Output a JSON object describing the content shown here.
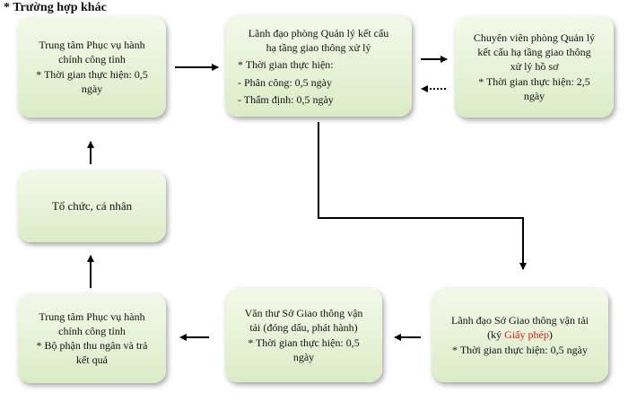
{
  "heading": "* Trường hợp khác",
  "boxes": {
    "center_top": {
      "line1": "Trung tâm Phục vụ hành",
      "line2": "chính công tỉnh",
      "line3": "* Thời gian thực hiện: 0,5",
      "line4": "ngày"
    },
    "leader_infra": {
      "line1": "Lãnh đạo phòng Quản lý kết cấu",
      "line2": "hạ tầng giao thông xử lý",
      "line3": "* Thời gian thực hiện:",
      "line4": "- Phân công: 0,5 ngày",
      "line5": "- Thẩm định: 0,5  ngày"
    },
    "specialist": {
      "line1": "Chuyên viên phòng Quản lý",
      "line2": "kết cấu hạ tầng giao thông",
      "line3": "xử lý hồ sơ",
      "line4": "* Thời gian thực hiện: 2,5",
      "line5": "ngày"
    },
    "org": {
      "label": "Tổ chức, cá nhân"
    },
    "center_bottom": {
      "line1": "Trung tâm Phục vụ hành",
      "line2": "chính công tỉnh",
      "line3": "* Bộ phận thu ngân và trả",
      "line4": "kết quả"
    },
    "clerk": {
      "line1": "Văn thư Sở Giao thông vận",
      "line2": "tải (đóng dấu, phát hành)",
      "line3": "* Thời gian thực hiện: 0,5",
      "line4": "ngày"
    },
    "dept_leader": {
      "line1": "Lãnh đạo Sở Giao thông vận tải",
      "line2_pre": "(ký ",
      "line2_red": "Giấy phép",
      "line2_post": ")",
      "line3": "* Thời gian thực hiện: 0,5 ngày"
    }
  }
}
